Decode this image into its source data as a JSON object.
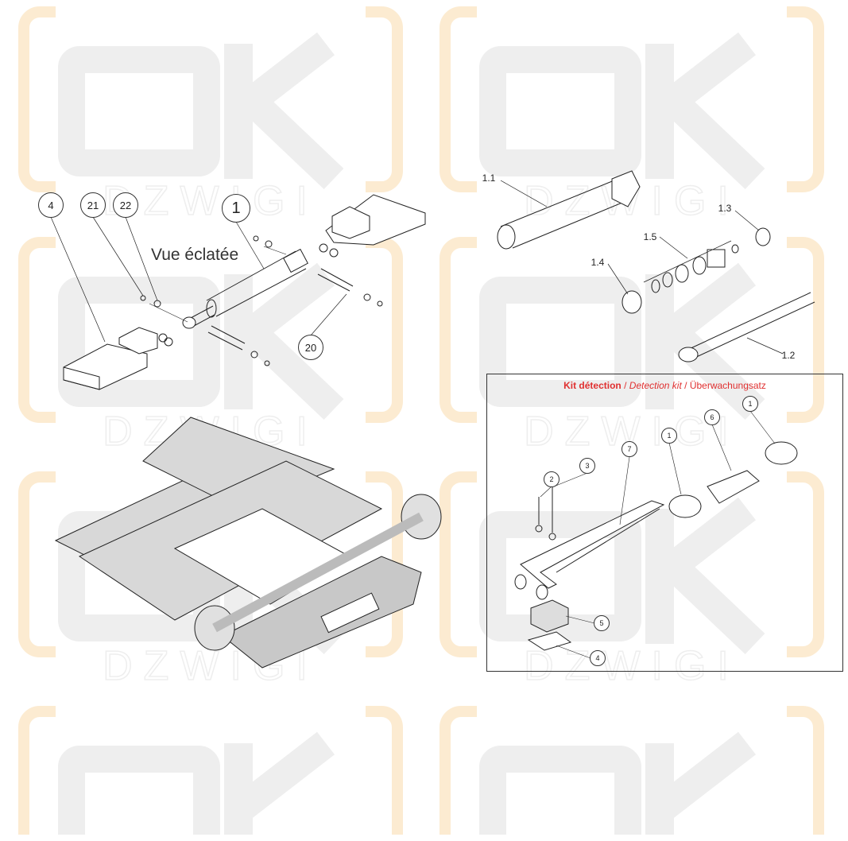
{
  "watermark": {
    "logo_text": "OK",
    "sub_text": "DZWIGI",
    "accent_color": "#f7c77a"
  },
  "exploded_view": {
    "title": "Vue éclatée",
    "callouts": [
      "4",
      "21",
      "22",
      "1",
      "20"
    ]
  },
  "cylinder_parts": {
    "labels": [
      "1.1",
      "1.3",
      "1.5",
      "1.4",
      "1.2"
    ]
  },
  "detection_kit": {
    "title_fr": "Kit détection",
    "sep1": " / ",
    "title_en": "Detection kit",
    "sep2": " / ",
    "title_de": "Überwachungsatz",
    "title_color": "#e03030",
    "callouts": [
      "1",
      "1",
      "6",
      "7",
      "3",
      "2",
      "5",
      "4"
    ]
  }
}
